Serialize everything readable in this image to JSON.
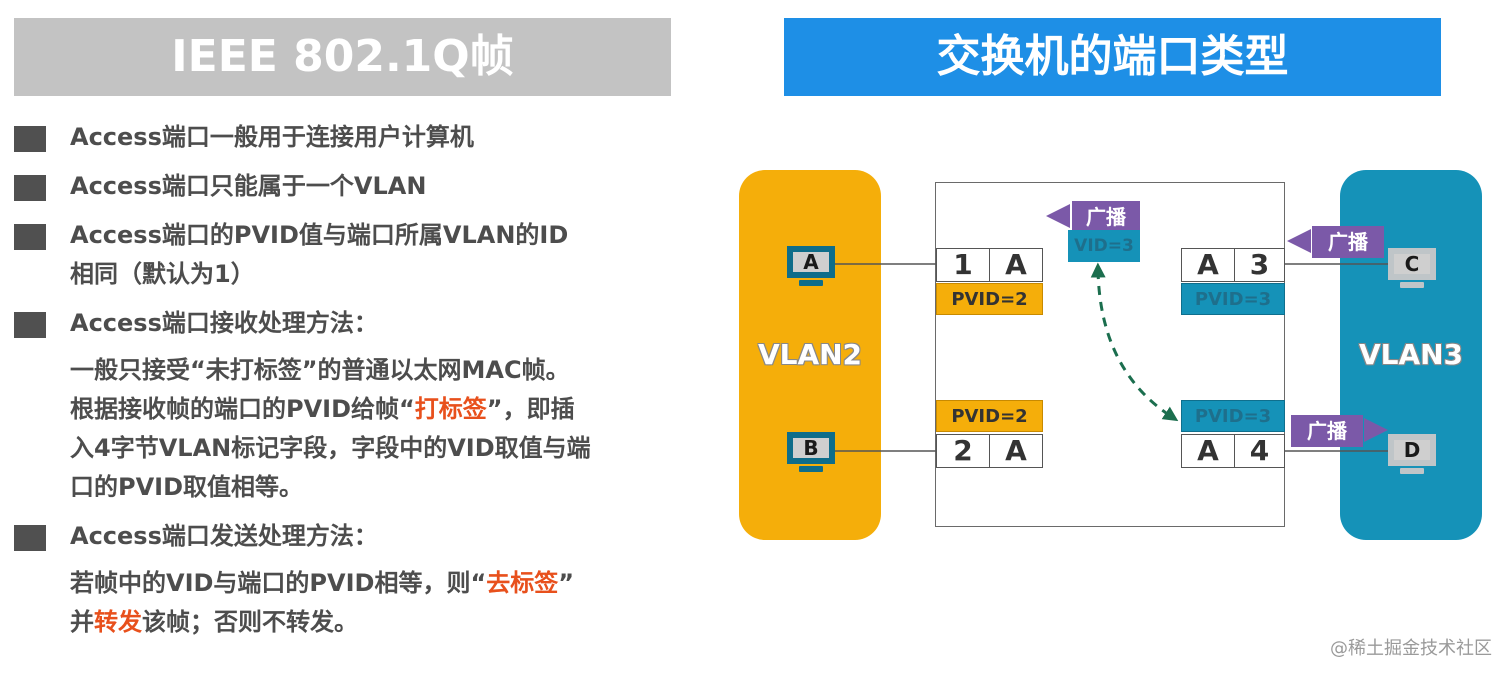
{
  "left_title": "IEEE 802.1Q帧",
  "right_title": "交换机的端口类型",
  "bullets": [
    {
      "text": "Access端口一般用于连接用户计算机"
    },
    {
      "text": "Access端口只能属于一个VLAN"
    },
    {
      "text": "Access端口的PVID值与端口所属VLAN的ID",
      "text2": "相同（默认为1）"
    },
    {
      "text": "Access端口接收处理方法："
    },
    {
      "text": "Access端口发送处理方法："
    }
  ],
  "receive_detail": {
    "line1": "一般只接受“未打标签”的普通以太网MAC帧。",
    "line2_pre": "根据接收帧的端口的PVID给帧“",
    "line2_hl": "打标签",
    "line2_post": "”，即插",
    "line3": "入4字节VLAN标记字段，字段中的VID取值与端",
    "line4": "口的PVID取值相等。"
  },
  "send_detail": {
    "line1_pre": "若帧中的VID与端口的PVID相等，则“",
    "line1_hl": "去标签",
    "line1_post": "”",
    "line2_pre": "并",
    "line2_hl": "转发",
    "line2_post": "该帧；否则不转发。"
  },
  "diagram": {
    "vlan2_label": "VLAN2",
    "vlan3_label": "VLAN3",
    "hosts": {
      "a": "A",
      "b": "B",
      "c": "C",
      "d": "D"
    },
    "ports": {
      "p1": {
        "num": "1",
        "vlan": "A",
        "pvid": "PVID=2"
      },
      "p2": {
        "num": "2",
        "vlan": "A",
        "pvid": "PVID=2"
      },
      "p3": {
        "num": "3",
        "vlan": "A",
        "pvid": "PVID=3"
      },
      "p4": {
        "num": "4",
        "vlan": "A",
        "pvid": "PVID=3"
      }
    },
    "broadcast_label": "广播",
    "vid_tag": "VID=3"
  },
  "watermark": "@稀土掘金技术社区"
}
